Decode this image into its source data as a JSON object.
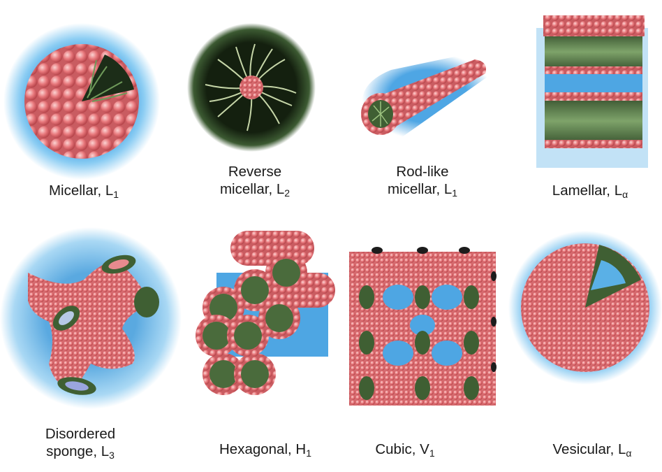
{
  "colors": {
    "sphere_fill": "#e8787c",
    "sphere_shade": "#c9545a",
    "tail_green": "#4a6b3c",
    "water_blue": "#5ab0e6",
    "halo_blue": "#a9daf6",
    "dark_core": "#1c2d18"
  },
  "phases": [
    {
      "id": "micellar",
      "name": "Micellar, ",
      "sub": "1",
      "prefix": "L"
    },
    {
      "id": "reverse-micellar",
      "name": "Reverse",
      "name2": "micellar, ",
      "sub": "2",
      "prefix": "L"
    },
    {
      "id": "rodlike-micellar",
      "name": "Rod-like",
      "name2": "micellar, ",
      "sub": "1",
      "prefix": "L"
    },
    {
      "id": "lamellar",
      "name": "Lamellar, ",
      "sub": "α",
      "prefix": "L"
    },
    {
      "id": "disordered-sponge",
      "name": "Disordered",
      "name2": "sponge, ",
      "sub": "3",
      "prefix": "L"
    },
    {
      "id": "hexagonal",
      "name": "Hexagonal, ",
      "sub": "1",
      "prefix": "H"
    },
    {
      "id": "cubic",
      "name": "Cubic, ",
      "sub": "1",
      "prefix": "V"
    },
    {
      "id": "vesicular",
      "name": "Vesicular, ",
      "sub": "α",
      "prefix": "L"
    }
  ]
}
